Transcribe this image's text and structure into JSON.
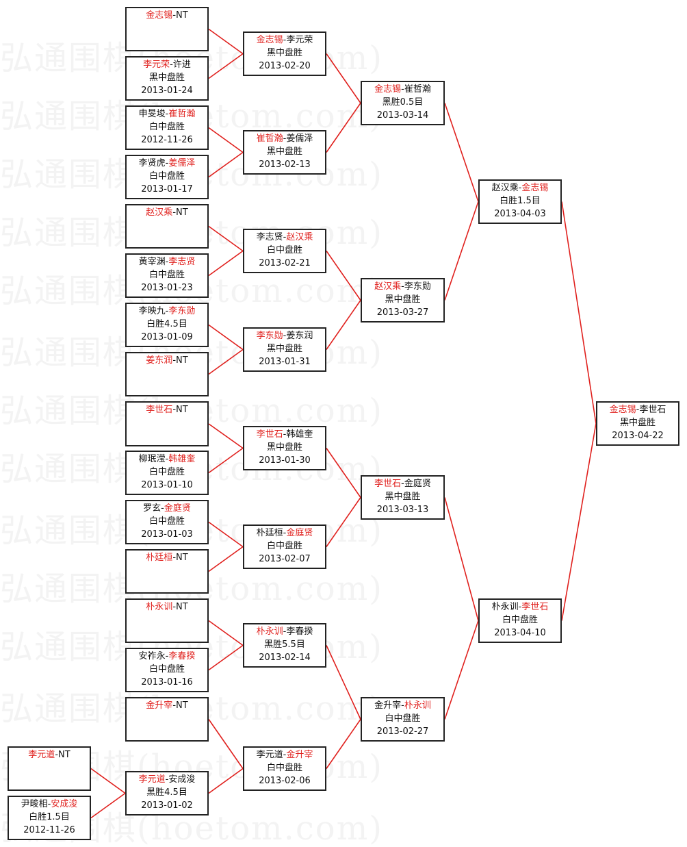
{
  "watermark": "弘通围棋(hoetom.com)",
  "colors": {
    "winner": "#e0201d",
    "line": "#e0201d",
    "box_border": "#222222",
    "text": "#111111"
  },
  "nodes": [
    {
      "id": "r1a",
      "p1": "金志锡",
      "p2": "NT",
      "w": 1,
      "r1": "",
      "r2": ""
    },
    {
      "id": "r1b",
      "p1": "李元荣",
      "p2": "许进",
      "w": 1,
      "r1": "黑中盘胜",
      "r2": "2013-01-24"
    },
    {
      "id": "r1c",
      "p1": "申旻埈",
      "p2": "崔哲瀚",
      "w": 2,
      "r1": "白中盘胜",
      "r2": "2012-11-26"
    },
    {
      "id": "r1d",
      "p1": "李贤虎",
      "p2": "姜儒泽",
      "w": 2,
      "r1": "白中盘胜",
      "r2": "2013-01-17"
    },
    {
      "id": "r1e",
      "p1": "赵汉乘",
      "p2": "NT",
      "w": 1,
      "r1": "",
      "r2": ""
    },
    {
      "id": "r1f",
      "p1": "黄宰渊",
      "p2": "李志贤",
      "w": 2,
      "r1": "白中盘胜",
      "r2": "2013-01-23"
    },
    {
      "id": "r1g",
      "p1": "李映九",
      "p2": "李东勋",
      "w": 2,
      "r1": "白胜4.5目",
      "r2": "2013-01-09"
    },
    {
      "id": "r1h",
      "p1": "姜东润",
      "p2": "NT",
      "w": 1,
      "r1": "",
      "r2": ""
    },
    {
      "id": "r1i",
      "p1": "李世石",
      "p2": "NT",
      "w": 1,
      "r1": "",
      "r2": ""
    },
    {
      "id": "r1j",
      "p1": "柳珉滢",
      "p2": "韩雄奎",
      "w": 2,
      "r1": "白中盘胜",
      "r2": "2013-01-10"
    },
    {
      "id": "r1k",
      "p1": "罗玄",
      "p2": "金庭贤",
      "w": 2,
      "r1": "白中盘胜",
      "r2": "2013-01-03"
    },
    {
      "id": "r1l",
      "p1": "朴廷桓",
      "p2": "NT",
      "w": 1,
      "r1": "",
      "r2": ""
    },
    {
      "id": "r1m",
      "p1": "朴永训",
      "p2": "NT",
      "w": 1,
      "r1": "",
      "r2": ""
    },
    {
      "id": "r1n",
      "p1": "安祚永",
      "p2": "李春揆",
      "w": 2,
      "r1": "白中盘胜",
      "r2": "2013-01-16"
    },
    {
      "id": "r1o",
      "p1": "金升宰",
      "p2": "NT",
      "w": 1,
      "r1": "",
      "r2": ""
    },
    {
      "id": "r1p",
      "p1": "李元道",
      "p2": "安成浚",
      "w": 1,
      "r1": "黑胜4.5目",
      "r2": "2013-01-02"
    },
    {
      "id": "r0a",
      "p1": "李元道",
      "p2": "NT",
      "w": 1,
      "r1": "",
      "r2": ""
    },
    {
      "id": "r0b",
      "p1": "尹畯相",
      "p2": "安成浚",
      "w": 2,
      "r1": "白胜1.5目",
      "r2": "2012-11-26"
    },
    {
      "id": "r2a",
      "p1": "金志锡",
      "p2": "李元荣",
      "w": 1,
      "r1": "黑中盘胜",
      "r2": "2013-02-20"
    },
    {
      "id": "r2b",
      "p1": "崔哲瀚",
      "p2": "姜儒泽",
      "w": 1,
      "r1": "黑中盘胜",
      "r2": "2013-02-13"
    },
    {
      "id": "r2c",
      "p1": "李志贤",
      "p2": "赵汉乘",
      "w": 2,
      "r1": "白中盘胜",
      "r2": "2013-02-21"
    },
    {
      "id": "r2d",
      "p1": "李东勋",
      "p2": "姜东润",
      "w": 1,
      "r1": "黑中盘胜",
      "r2": "2013-01-31"
    },
    {
      "id": "r2e",
      "p1": "李世石",
      "p2": "韩雄奎",
      "w": 1,
      "r1": "黑中盘胜",
      "r2": "2013-01-30"
    },
    {
      "id": "r2f",
      "p1": "朴廷桓",
      "p2": "金庭贤",
      "w": 2,
      "r1": "白中盘胜",
      "r2": "2013-02-07"
    },
    {
      "id": "r2g",
      "p1": "朴永训",
      "p2": "李春揆",
      "w": 1,
      "r1": "黑胜5.5目",
      "r2": "2013-02-14"
    },
    {
      "id": "r2h",
      "p1": "李元道",
      "p2": "金升宰",
      "w": 2,
      "r1": "白中盘胜",
      "r2": "2013-02-06"
    },
    {
      "id": "r3a",
      "p1": "金志锡",
      "p2": "崔哲瀚",
      "w": 1,
      "r1": "黑胜0.5目",
      "r2": "2013-03-14"
    },
    {
      "id": "r3b",
      "p1": "赵汉乘",
      "p2": "李东勋",
      "w": 1,
      "r1": "黑中盘胜",
      "r2": "2013-03-27"
    },
    {
      "id": "r3c",
      "p1": "李世石",
      "p2": "金庭贤",
      "w": 1,
      "r1": "黑中盘胜",
      "r2": "2013-03-13"
    },
    {
      "id": "r3d",
      "p1": "金升宰",
      "p2": "朴永训",
      "w": 2,
      "r1": "白中盘胜",
      "r2": "2013-02-27"
    },
    {
      "id": "r4a",
      "p1": "赵汉乘",
      "p2": "金志锡",
      "w": 2,
      "r1": "白胜1.5目",
      "r2": "2013-04-03"
    },
    {
      "id": "r4b",
      "p1": "朴永训",
      "p2": "李世石",
      "w": 2,
      "r1": "白中盘胜",
      "r2": "2013-04-10"
    },
    {
      "id": "r5",
      "p1": "金志锡",
      "p2": "李世石",
      "w": 1,
      "r1": "黑中盘胜",
      "r2": "2013-04-22"
    }
  ],
  "links": [
    [
      "r1a",
      "r2a"
    ],
    [
      "r1b",
      "r2a"
    ],
    [
      "r1c",
      "r2b"
    ],
    [
      "r1d",
      "r2b"
    ],
    [
      "r1e",
      "r2c"
    ],
    [
      "r1f",
      "r2c"
    ],
    [
      "r1g",
      "r2d"
    ],
    [
      "r1h",
      "r2d"
    ],
    [
      "r1i",
      "r2e"
    ],
    [
      "r1j",
      "r2e"
    ],
    [
      "r1k",
      "r2f"
    ],
    [
      "r1l",
      "r2f"
    ],
    [
      "r1m",
      "r2g"
    ],
    [
      "r1n",
      "r2g"
    ],
    [
      "r1o",
      "r2h"
    ],
    [
      "r1p",
      "r2h"
    ],
    [
      "r0a",
      "r1p"
    ],
    [
      "r0b",
      "r1p"
    ],
    [
      "r2a",
      "r3a"
    ],
    [
      "r2b",
      "r3a"
    ],
    [
      "r2c",
      "r3b"
    ],
    [
      "r2d",
      "r3b"
    ],
    [
      "r2e",
      "r3c"
    ],
    [
      "r2f",
      "r3c"
    ],
    [
      "r2g",
      "r3d"
    ],
    [
      "r2h",
      "r3d"
    ],
    [
      "r3a",
      "r4a"
    ],
    [
      "r3b",
      "r4a"
    ],
    [
      "r3c",
      "r4b"
    ],
    [
      "r3d",
      "r4b"
    ],
    [
      "r4a",
      "r5"
    ],
    [
      "r4b",
      "r5"
    ]
  ]
}
